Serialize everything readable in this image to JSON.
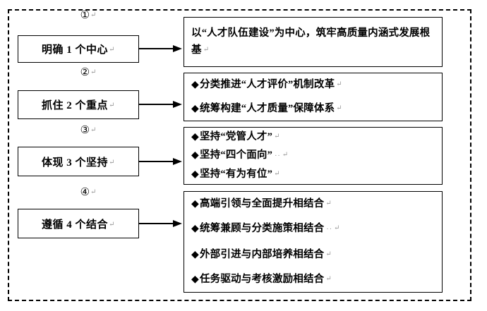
{
  "diagram": {
    "return_mark": "↵",
    "trailing_dots": "··",
    "items": [
      {
        "index_label": "①",
        "left_label": "明确 1 个中心",
        "content_type": "paragraph",
        "paragraph": "以“人才队伍建设”为中心，筑牢高质量内涵式发展根基",
        "bullets": []
      },
      {
        "index_label": "②",
        "left_label": "抓住 2 个重点",
        "content_type": "bullets",
        "paragraph": "",
        "bullets": [
          {
            "marker": "◆",
            "text": "分类推进“人才评价”机制改革",
            "trailing": ""
          },
          {
            "marker": "◆",
            "text": "统筹构建“人才质量”保障体系",
            "trailing": ""
          }
        ]
      },
      {
        "index_label": "③",
        "left_label": "体现 3 个坚持",
        "content_type": "bullets",
        "paragraph": "",
        "bullets": [
          {
            "marker": "◆",
            "text": "坚持“党管人才”",
            "trailing": ""
          },
          {
            "marker": "◆",
            "text": "坚持“四个面向”",
            "trailing": "··"
          },
          {
            "marker": "◆",
            "text": "坚持“有为有位”",
            "trailing": ""
          }
        ]
      },
      {
        "index_label": "④",
        "left_label": "遵循 4 个结合",
        "content_type": "bullets",
        "paragraph": "",
        "bullets": [
          {
            "marker": "◆",
            "text": "高端引领与全面提升相结合",
            "trailing": ""
          },
          {
            "marker": "◆",
            "text": "统筹兼顾与分类施策相结合",
            "trailing": "··"
          },
          {
            "marker": "◆",
            "text": "外部引进与内部培养相结合",
            "trailing": ""
          },
          {
            "marker": "◆",
            "text": "任务驱动与考核激励相结合",
            "trailing": ""
          }
        ]
      }
    ],
    "colors": {
      "line": "#000000",
      "background": "#ffffff",
      "mark_gray": "#9a9a9a"
    }
  }
}
